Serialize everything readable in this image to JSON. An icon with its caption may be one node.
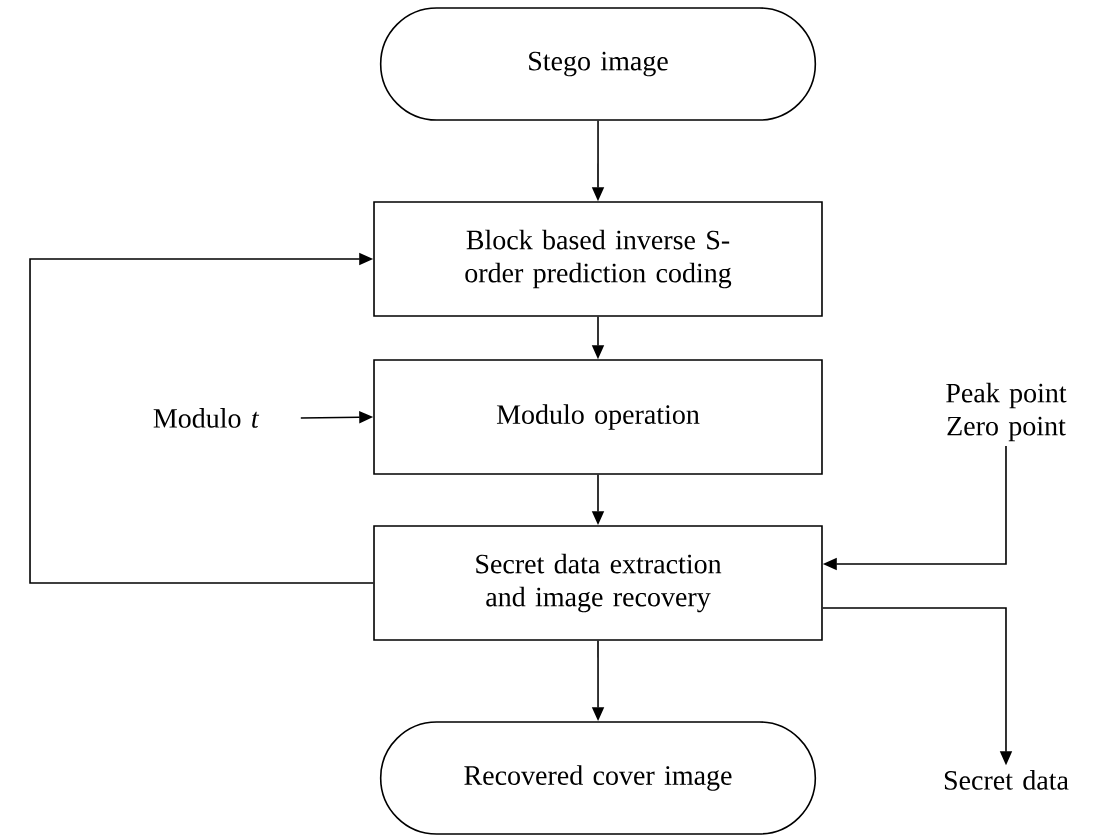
{
  "diagram": {
    "nodes": [
      {
        "text": [
          "Stego image"
        ]
      },
      {
        "text": [
          "Block based inverse S-order prediction coding"
        ]
      },
      {
        "text": [
          "Modulo operation"
        ]
      },
      {
        "text": [
          "Secret data extraction and image recovery"
        ]
      },
      {
        "text": [
          "Recovered cover image"
        ]
      },
      {
        "text": [
          "Modulo *t*"
        ]
      },
      {
        "text": [
          "Peak point",
          "Zero point"
        ]
      },
      {
        "text": [
          "Secret data"
        ]
      }
    ],
    "edges": [
      {
        "from": 0,
        "to": 1,
        "arrow": "to"
      },
      {
        "from": 1,
        "to": 2,
        "arrow": "to"
      },
      {
        "from": 2,
        "to": 3,
        "arrow": "to"
      },
      {
        "from": 3,
        "to": 4,
        "arrow": "to"
      },
      {
        "from": 3,
        "to": 1,
        "arrow": "to"
      },
      {
        "from": 5,
        "to": 2,
        "arrow": "to"
      },
      {
        "from": 6,
        "to": 3,
        "arrow": "to"
      },
      {
        "from": 3,
        "to": 7,
        "arrow": "to"
      }
    ]
  }
}
